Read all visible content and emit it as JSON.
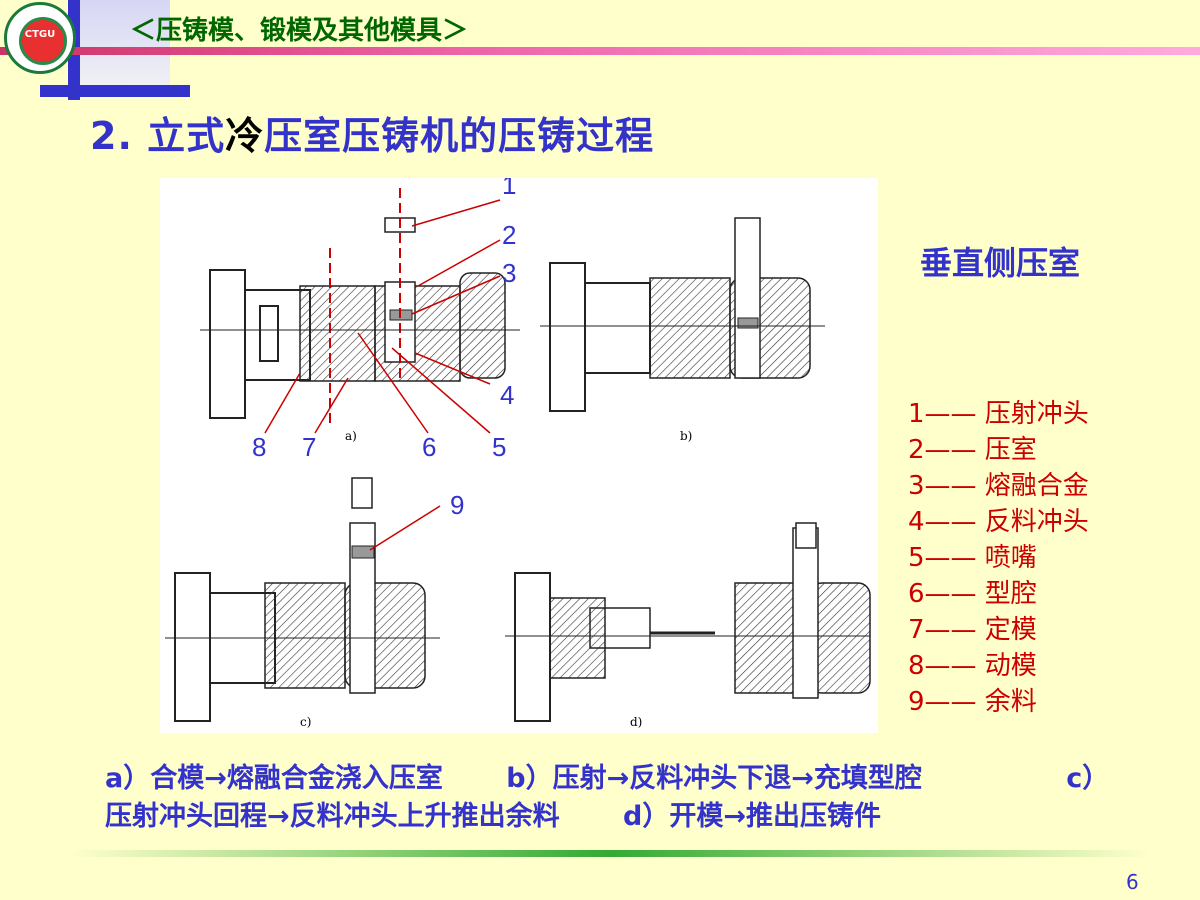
{
  "header": {
    "title": "＜压铸模、锻模及其他模具＞",
    "logo_text": "CTGU"
  },
  "slide": {
    "title_prefix": "2. 立式",
    "title_highlight": "冷",
    "title_suffix": "压室压铸机的压铸过程"
  },
  "side_heading": "垂直侧压室",
  "figure": {
    "labels": [
      "1",
      "2",
      "3",
      "4",
      "5",
      "6",
      "7",
      "8",
      "9"
    ],
    "subfigures": [
      "a)",
      "b)",
      "c)",
      "d)"
    ]
  },
  "legend": [
    "1—— 压射冲头",
    "2—— 压室",
    "3—— 熔融合金",
    "4—— 反料冲头",
    "5—— 喷嘴",
    "6—— 型腔",
    "7—— 定模",
    "8—— 动模",
    "9—— 余料"
  ],
  "caption": "a）合模→熔融合金浇入压室　　 b）压射→反料冲头下退→充填型腔　　　　　 c）压射冲头回程→反料冲头上升推出余料　　 d）开模→推出压铸件",
  "page_number": "6",
  "colors": {
    "title": "#3333cc",
    "legend": "#cc0000",
    "header": "#006600",
    "background": "#ffffcc"
  }
}
